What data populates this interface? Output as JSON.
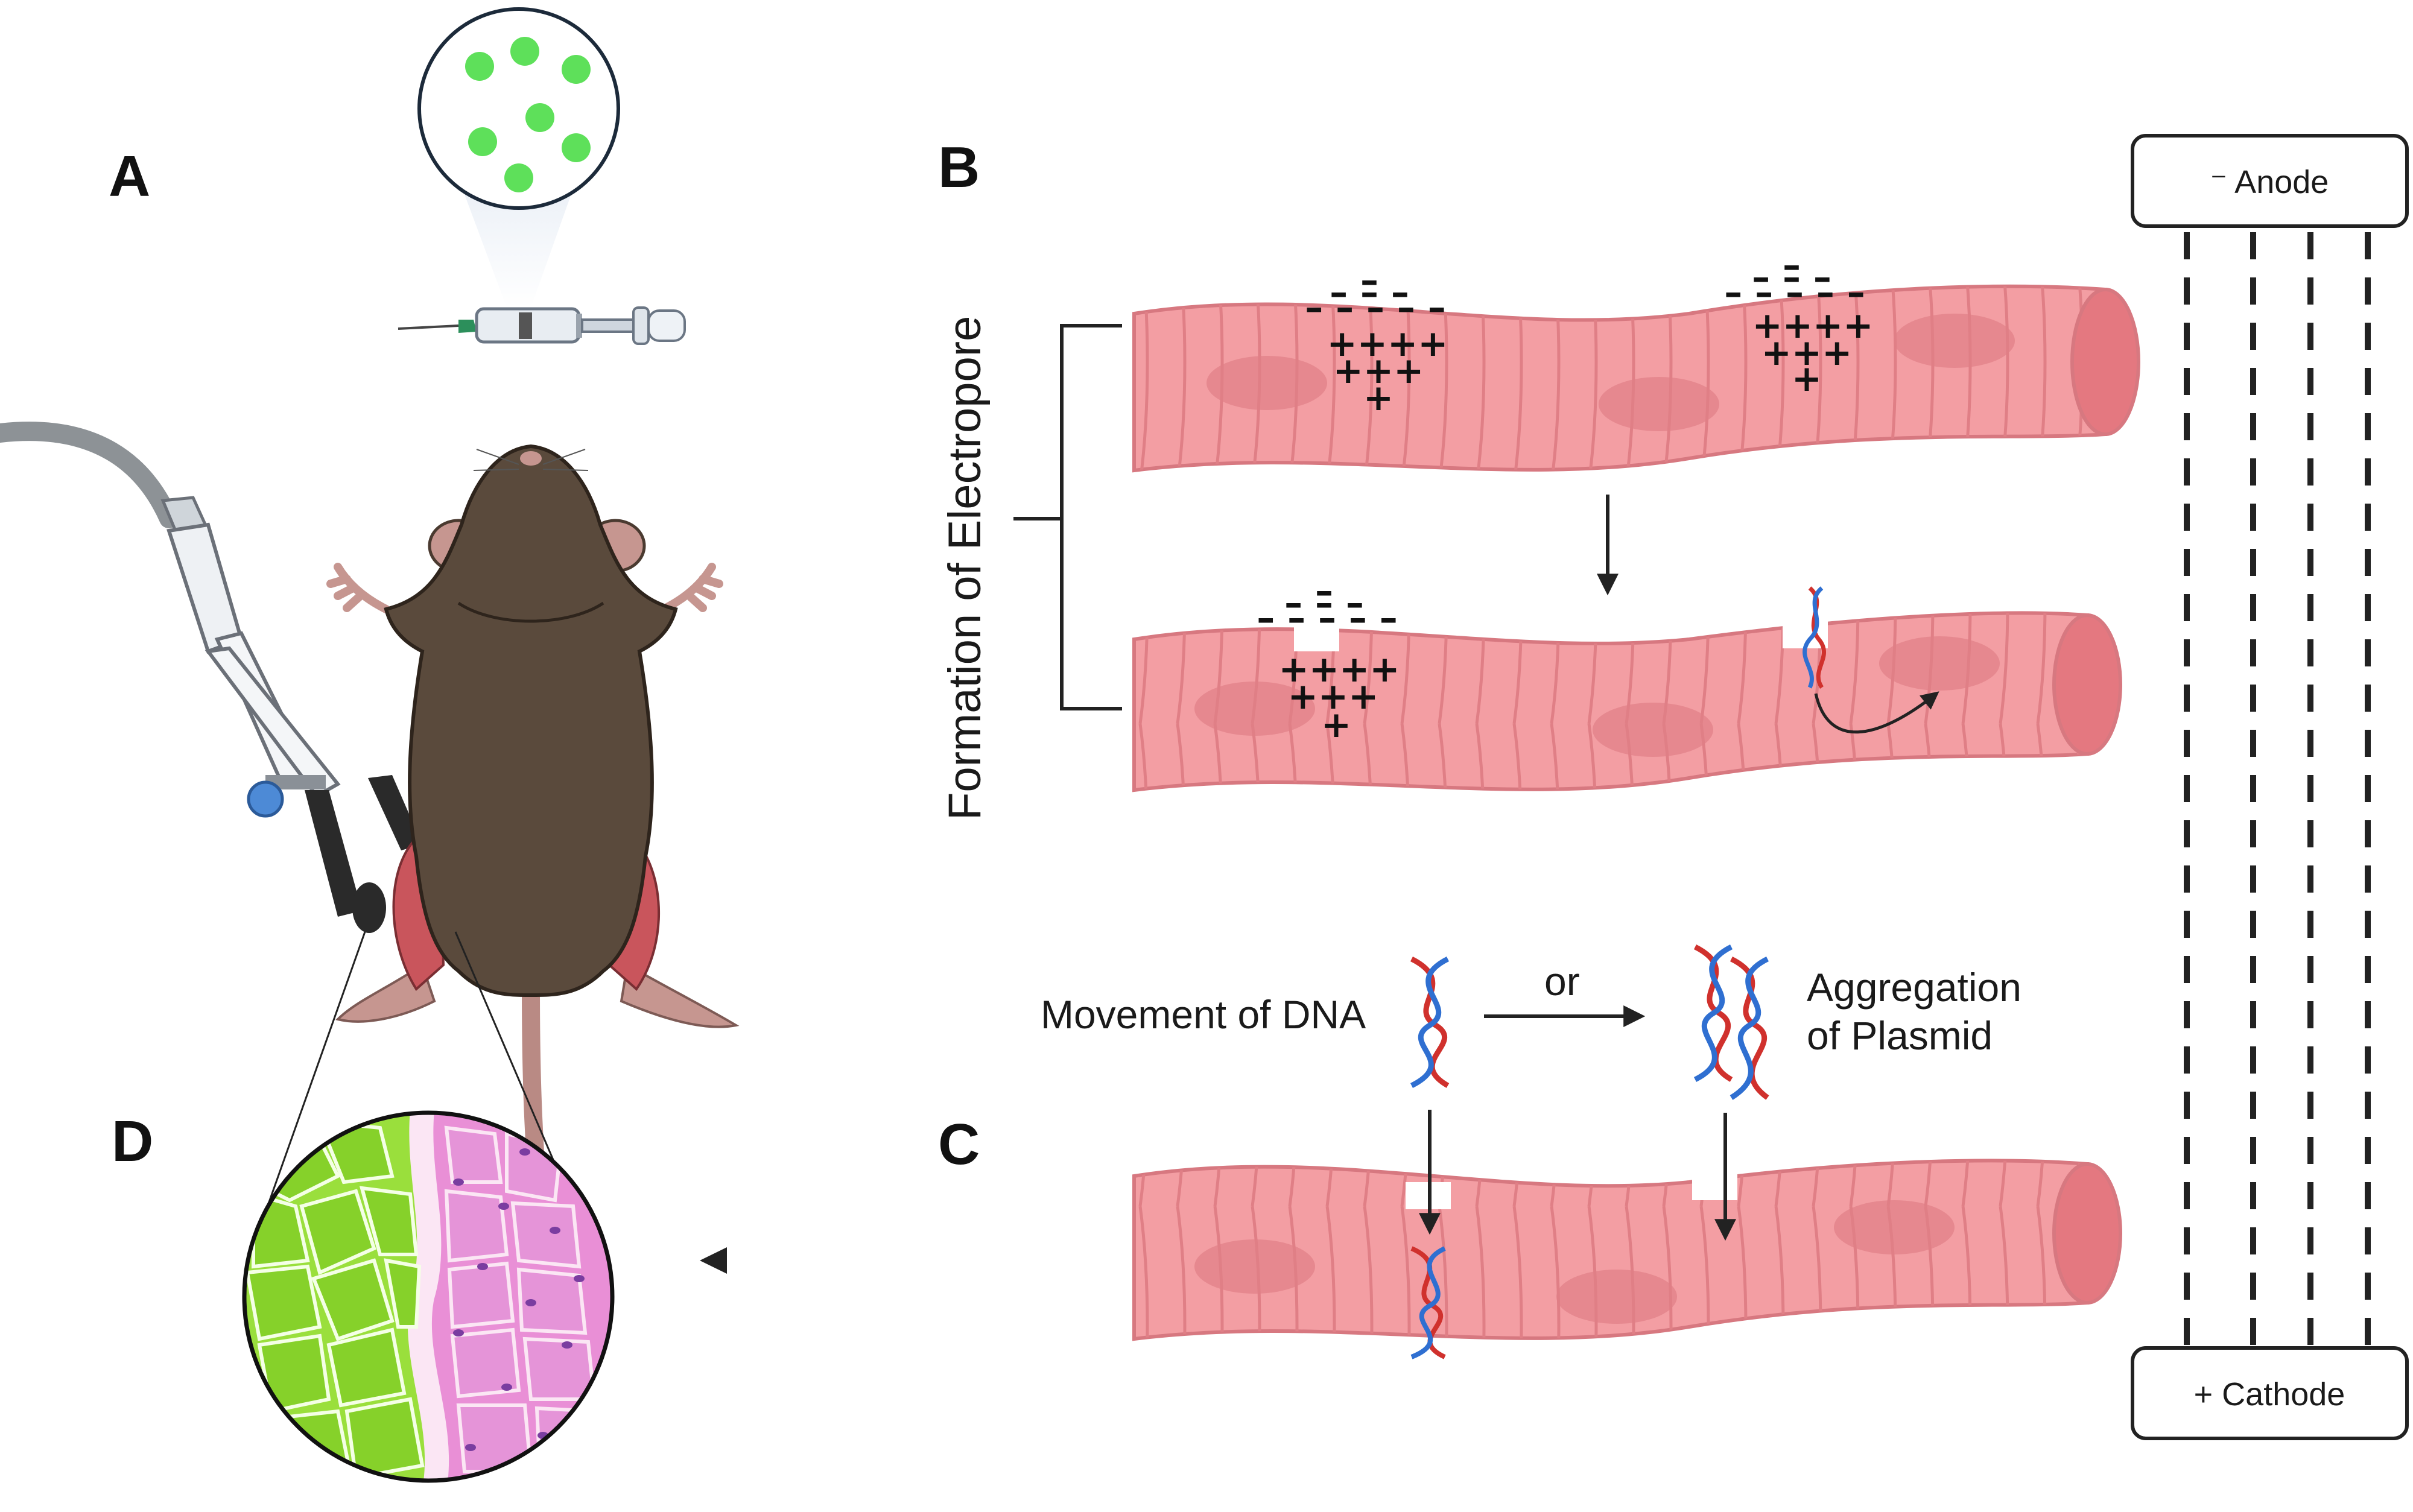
{
  "panels": {
    "a": "A",
    "b": "B",
    "c": "C",
    "d": "D"
  },
  "side_label": "Formation of Electropore",
  "electrodes": {
    "anode": "⁻ Anode",
    "cathode": "+ Cathode"
  },
  "labels": {
    "movement": "Movement of DNA",
    "or": "or",
    "aggregation_line1": "Aggregation",
    "aggregation_line2": "of Plasmid"
  },
  "charges": {
    "minus_row1": "–",
    "minus_row2": "– – –",
    "minus_row3": "– – – – –",
    "minus_small_row3": "– – – – –",
    "plus_row1": "++++",
    "plus_row2": "+++",
    "plus_row3": "+"
  },
  "colors": {
    "muscle": "#f39ea3",
    "muscle_stripe": "#e07f86",
    "muscle_end": "#e47880",
    "mouse": "#5a4a3c",
    "gfp": "#7ed321",
    "he_stain": "#e98fd6",
    "dna_red": "#d0312d",
    "dna_blue": "#2f6fd1"
  }
}
